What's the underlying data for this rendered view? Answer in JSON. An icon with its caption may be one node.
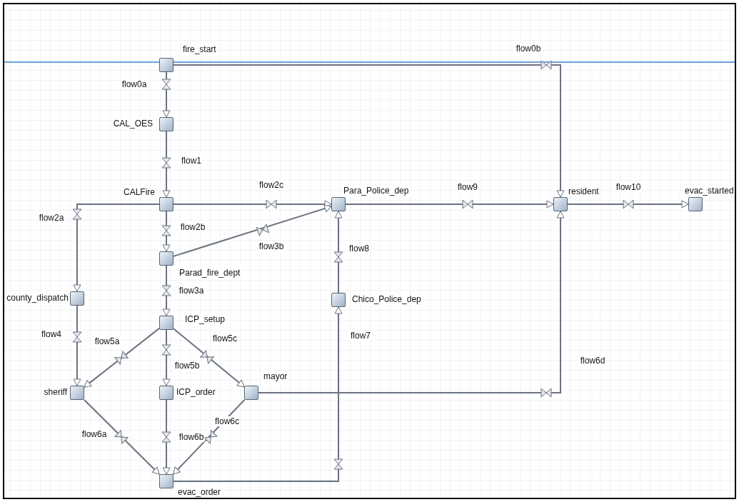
{
  "diagram": {
    "nodes": [
      {
        "text": [],
        "shape": "box",
        "beside": [
          "fire_start"
        ]
      },
      {
        "text": [],
        "shape": "box",
        "beside": [
          "CAL_OES"
        ]
      },
      {
        "text": [],
        "shape": "box",
        "beside": [
          "CALFire"
        ]
      },
      {
        "text": [],
        "shape": "box",
        "beside": [
          "county_dispatch"
        ]
      },
      {
        "text": [],
        "shape": "box",
        "beside": [
          "Parad_fire_dept"
        ]
      },
      {
        "text": [],
        "shape": "box",
        "beside": [
          "ICP_setup"
        ]
      },
      {
        "text": [],
        "shape": "box",
        "beside": [
          "Para_Police_dep"
        ]
      },
      {
        "text": [],
        "shape": "box",
        "beside": [
          "Chico_Police_dep"
        ]
      },
      {
        "text": [],
        "shape": "box",
        "beside": [
          "resident"
        ]
      },
      {
        "text": [],
        "shape": "box",
        "beside": [
          "evac_started"
        ]
      },
      {
        "text": [],
        "shape": "box",
        "beside": [
          "sheriff"
        ]
      },
      {
        "text": [],
        "shape": "box",
        "beside": [
          "ICP_order"
        ]
      },
      {
        "text": [],
        "shape": "box",
        "beside": [
          "mayor"
        ]
      },
      {
        "text": [],
        "shape": "box",
        "beside": [
          "evac_order"
        ]
      }
    ],
    "edges": [
      {
        "from": 0,
        "to": 1,
        "arrow": "to",
        "label": "flow0a"
      },
      {
        "from": 0,
        "to": 8,
        "arrow": "to",
        "label": "flow0b"
      },
      {
        "from": 1,
        "to": 2,
        "arrow": "to",
        "label": "flow1"
      },
      {
        "from": 2,
        "to": 3,
        "arrow": "to",
        "label": "flow2a"
      },
      {
        "from": 2,
        "to": 6,
        "arrow": "to",
        "label": "flow2c"
      },
      {
        "from": 2,
        "to": 4,
        "arrow": "to",
        "label": "flow2b"
      },
      {
        "from": 4,
        "to": 6,
        "arrow": "to",
        "label": "flow3b"
      },
      {
        "from": 4,
        "to": 5,
        "arrow": "to",
        "label": "flow3a"
      },
      {
        "from": 3,
        "to": 10,
        "arrow": "to",
        "label": "flow4"
      },
      {
        "from": 5,
        "to": 10,
        "arrow": "to",
        "label": "flow5a"
      },
      {
        "from": 5,
        "to": 11,
        "arrow": "to",
        "label": "flow5b"
      },
      {
        "from": 5,
        "to": 12,
        "arrow": "to",
        "label": "flow5c"
      },
      {
        "from": 10,
        "to": 13,
        "arrow": "to",
        "label": "flow6a"
      },
      {
        "from": 11,
        "to": 13,
        "arrow": "to",
        "label": "flow6b"
      },
      {
        "from": 12,
        "to": 13,
        "arrow": "to",
        "label": "flow6c"
      },
      {
        "from": 12,
        "to": 8,
        "arrow": "to",
        "label": "flow6d"
      },
      {
        "from": 13,
        "to": 7,
        "arrow": "to",
        "label": "flow7"
      },
      {
        "from": 7,
        "to": 6,
        "arrow": "to",
        "label": "flow8"
      },
      {
        "from": 6,
        "to": 8,
        "arrow": "to",
        "label": "flow9"
      },
      {
        "from": 8,
        "to": 9,
        "arrow": "to",
        "label": "flow10"
      }
    ]
  }
}
